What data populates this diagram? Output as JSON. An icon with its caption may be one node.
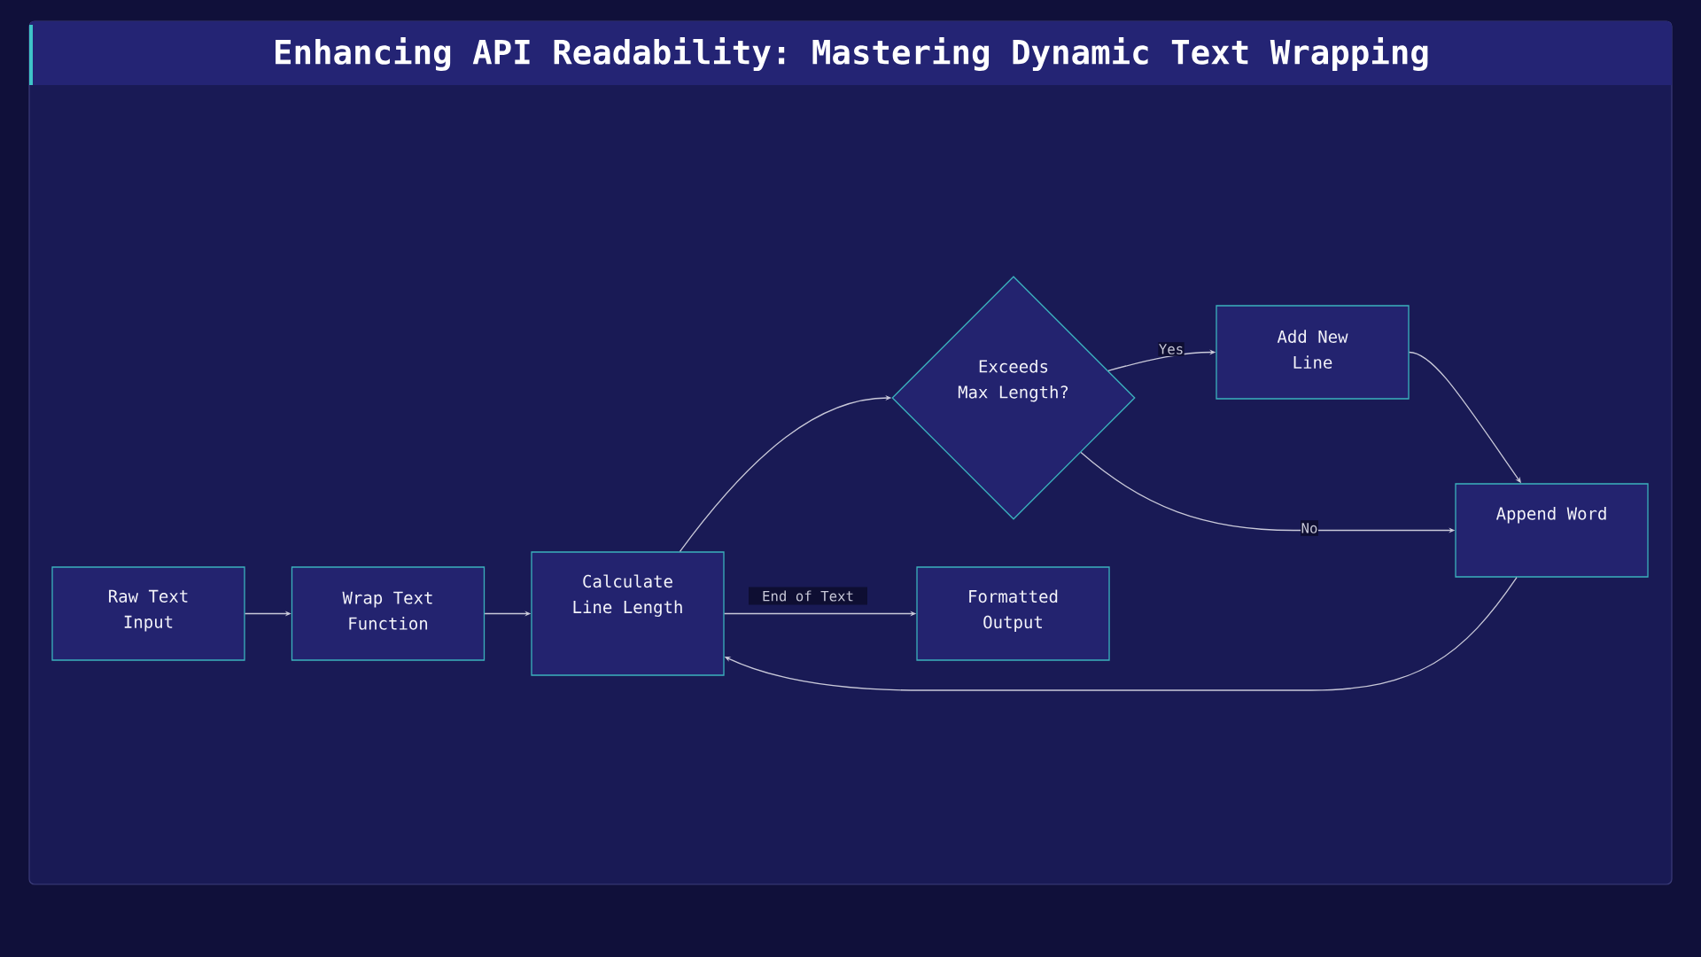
{
  "diagram": {
    "title": "Enhancing API Readability: Mastering Dynamic Text Wrapping",
    "nodes": [
      {
        "text": [
          "Raw Text Input"
        ]
      },
      {
        "text": [
          "Wrap Text Function"
        ]
      },
      {
        "text": [
          "Calculate Line Length"
        ]
      },
      {
        "text": [
          "Exceeds Max Length?"
        ]
      },
      {
        "text": [
          "Add New Line"
        ]
      },
      {
        "text": [
          "Append Word"
        ]
      },
      {
        "text": [
          "Formatted Output"
        ]
      }
    ],
    "edges": [
      {
        "from": 0,
        "to": 1,
        "arrow": "to"
      },
      {
        "from": 1,
        "to": 2,
        "arrow": "to"
      },
      {
        "from": 2,
        "to": 3,
        "arrow": "to"
      },
      {
        "from": 3,
        "to": 4,
        "arrow": "to",
        "label": "Yes"
      },
      {
        "from": 3,
        "to": 5,
        "arrow": "to",
        "label": "No"
      },
      {
        "from": 4,
        "to": 5,
        "arrow": "to"
      },
      {
        "from": 5,
        "to": 2,
        "arrow": "to"
      },
      {
        "from": 2,
        "to": 6,
        "arrow": "to",
        "label": "End of Text"
      }
    ]
  }
}
